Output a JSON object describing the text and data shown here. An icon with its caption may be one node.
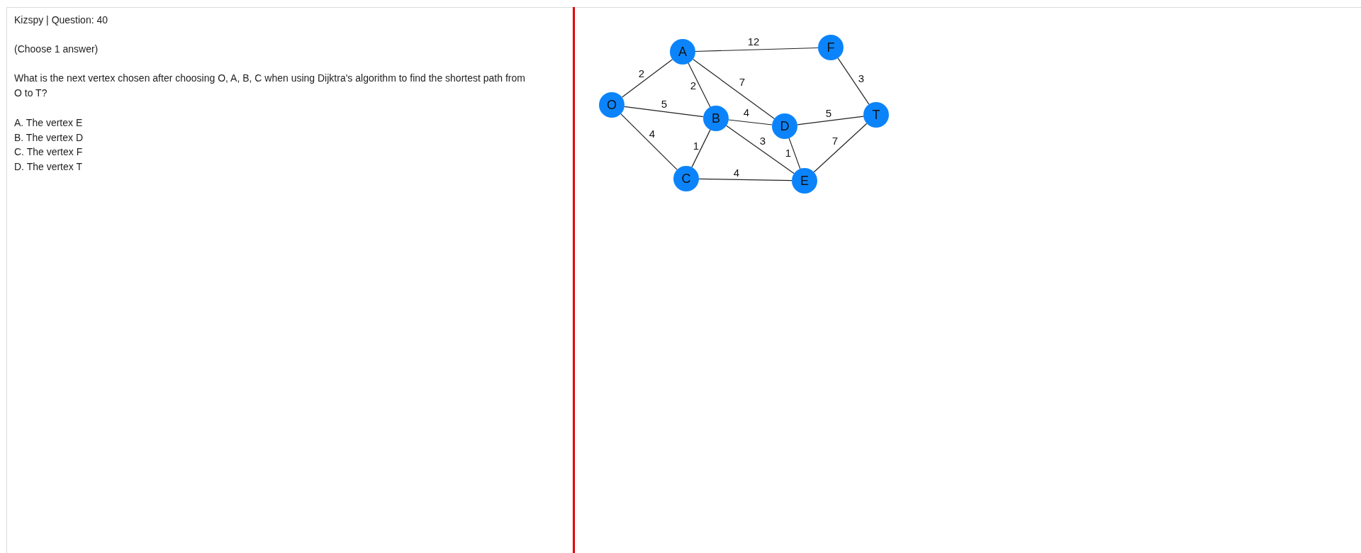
{
  "diagram": {
    "title": "Kizspy | Question: 40",
    "nodes": [
      {
        "text": [
          "A"
        ]
      },
      {
        "text": [
          "F"
        ]
      },
      {
        "text": [
          "O"
        ]
      },
      {
        "text": [
          "B"
        ]
      },
      {
        "text": [
          "D"
        ]
      },
      {
        "text": [
          "T"
        ]
      },
      {
        "text": [
          "C"
        ]
      },
      {
        "text": [
          "E"
        ]
      }
    ],
    "edges": [
      {
        "from": 0,
        "to": 1,
        "arrow": "none",
        "label": "12"
      },
      {
        "from": 2,
        "to": 0,
        "arrow": "none",
        "label": "2"
      },
      {
        "from": 0,
        "to": 3,
        "arrow": "none",
        "label": "2"
      },
      {
        "from": 0,
        "to": 4,
        "arrow": "none",
        "label": "7"
      },
      {
        "from": 1,
        "to": 5,
        "arrow": "none",
        "label": "3"
      },
      {
        "from": 2,
        "to": 3,
        "arrow": "none",
        "label": "5"
      },
      {
        "from": 3,
        "to": 4,
        "arrow": "none",
        "label": "4"
      },
      {
        "from": 4,
        "to": 5,
        "arrow": "none",
        "label": "5"
      },
      {
        "from": 2,
        "to": 6,
        "arrow": "none",
        "label": "4"
      },
      {
        "from": 3,
        "to": 6,
        "arrow": "none",
        "label": "1"
      },
      {
        "from": 3,
        "to": 7,
        "arrow": "none",
        "label": "3"
      },
      {
        "from": 4,
        "to": 7,
        "arrow": "none",
        "label": "1"
      },
      {
        "from": 7,
        "to": 5,
        "arrow": "none",
        "label": "7"
      },
      {
        "from": 6,
        "to": 7,
        "arrow": "none",
        "label": "4"
      }
    ],
    "labels": [
      "(Choose 1 answer)",
      "What is the next vertex chosen after choosing O, A, B, C when using Dijktra's algorithm to find the shortest path from O to T?",
      "A. The vertex E",
      "B. The vertex D",
      "C. The vertex F",
      "D. The vertex T"
    ]
  }
}
